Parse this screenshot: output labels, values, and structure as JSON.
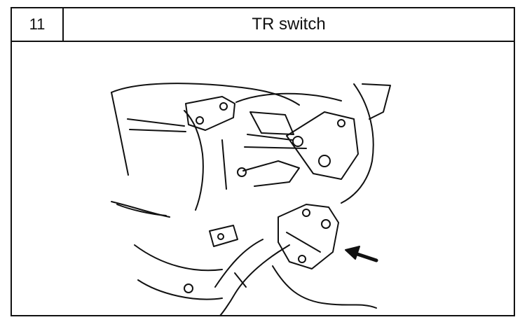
{
  "header": {
    "step_number": "11",
    "title": "TR switch"
  },
  "illustration": {
    "subject": "engine-transmission-assembly",
    "callout": "arrow-pointing-to-tr-switch"
  }
}
